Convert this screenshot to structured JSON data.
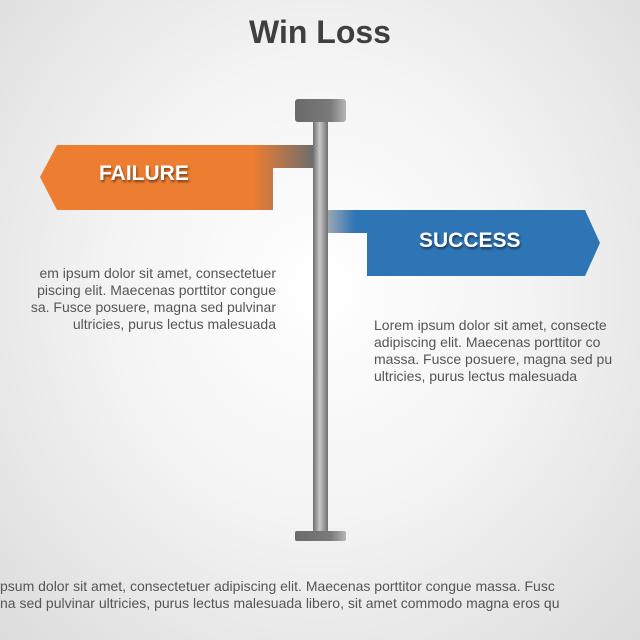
{
  "title": "Win Loss",
  "colors": {
    "failure": "#ED7D31",
    "success": "#2E75B6",
    "pole": "#8a8a8a",
    "text": "#555555"
  },
  "failure": {
    "label": "FAILURE",
    "text_lines": [
      "em ipsum dolor sit amet, consectetuer",
      "piscing elit. Maecenas porttitor congue",
      "sa. Fusce posuere, magna sed pulvinar",
      "ultricies, purus lectus malesuada"
    ]
  },
  "success": {
    "label": "SUCCESS",
    "text_lines": [
      "Lorem ipsum dolor sit amet, consecte",
      "adipiscing elit. Maecenas porttitor co",
      "massa. Fusce posuere, magna sed pu",
      "ultricies, purus lectus malesuada"
    ]
  },
  "footer": {
    "text_lines": [
      "psum dolor sit amet, consectetuer adipiscing elit. Maecenas porttitor congue massa. Fusc",
      "na sed pulvinar ultricies, purus lectus malesuada libero, sit amet commodo magna eros qu"
    ]
  }
}
